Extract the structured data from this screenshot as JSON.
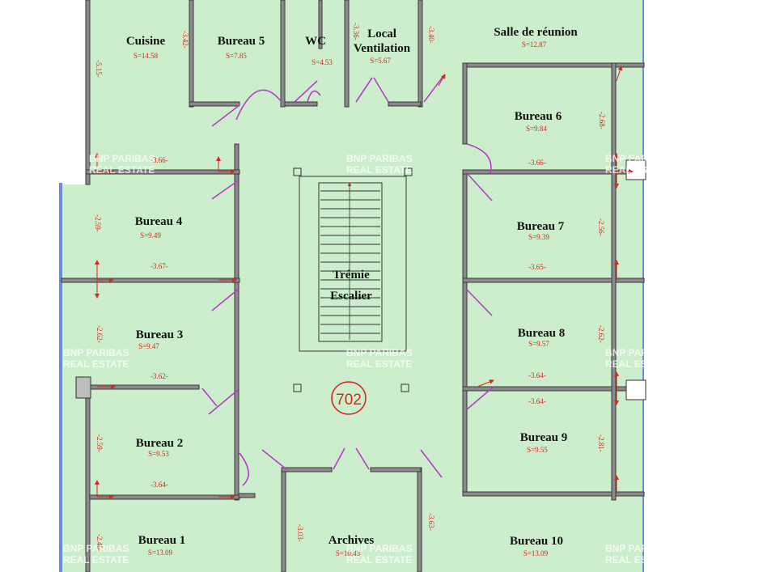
{
  "plan": {
    "rooms": [
      {
        "id": "cuisine",
        "name": "Cuisine",
        "area": "S=14.58"
      },
      {
        "id": "bureau5",
        "name": "Bureau 5",
        "area": "S=7.85"
      },
      {
        "id": "wc",
        "name": "WC",
        "area": "S=4.53"
      },
      {
        "id": "local",
        "name": "Local",
        "name2": "Ventilation",
        "area": "S=5.67"
      },
      {
        "id": "salle",
        "name": "Salle de réunion",
        "area": "S=12.87"
      },
      {
        "id": "bureau6",
        "name": "Bureau 6",
        "area": "S=9.84"
      },
      {
        "id": "bureau4",
        "name": "Bureau 4",
        "area": "S=9.49"
      },
      {
        "id": "bureau7",
        "name": "Bureau 7",
        "area": "S=9.39"
      },
      {
        "id": "bureau3",
        "name": "Bureau 3",
        "area": "S=9.47"
      },
      {
        "id": "bureau8",
        "name": "Bureau 8",
        "area": "S=9.57"
      },
      {
        "id": "bureau2",
        "name": "Bureau 2",
        "area": "S=9.53"
      },
      {
        "id": "bureau9",
        "name": "Bureau 9",
        "area": "S=9.55"
      },
      {
        "id": "bureau1",
        "name": "Bureau 1",
        "area": "S=13.09"
      },
      {
        "id": "archives",
        "name": "Archives",
        "area": "S=10.43"
      },
      {
        "id": "bureau10",
        "name": "Bureau 10",
        "area": "S=13.09"
      },
      {
        "id": "tremie",
        "name": "Trémie",
        "name2": "Escalier",
        "area": ""
      }
    ],
    "dimensions": [
      "-3.42-",
      "-5.15-",
      "-3.36-",
      "-3.40-",
      "-3.66-",
      "-3.66-",
      "-2.68-",
      "-2.59-",
      "-3.67-",
      "-3.65-",
      "-2.56-",
      "-2.62-",
      "-3.62-",
      "-3.64-",
      "-2.62-",
      "-3.64-",
      "-2.59-",
      "-3.64-",
      "-2.81-",
      "-2.46-",
      "-3.03-",
      "-3.63-"
    ],
    "floor_label": "702",
    "watermark": {
      "line1": "BNP PARIBAS",
      "line2": "REAL ESTATE"
    },
    "colors": {
      "floor": "#cdeecd",
      "walls": "#8a8a8a",
      "doors": "#b53fc4",
      "annotations": "#d12a1e",
      "facade": "#6a8fd8"
    }
  }
}
